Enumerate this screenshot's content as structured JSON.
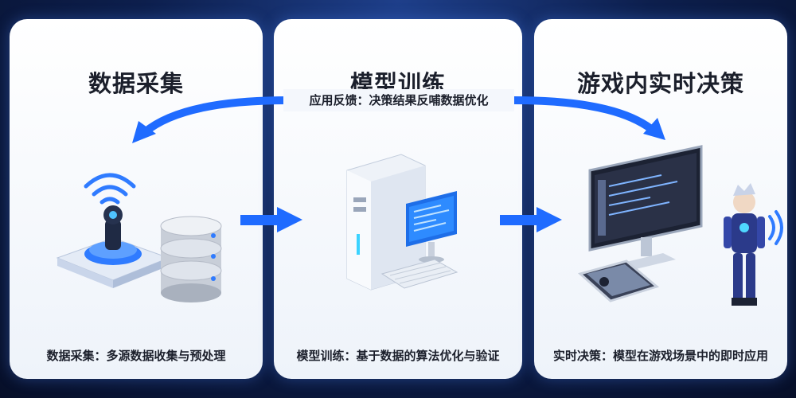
{
  "feedback": "应用反馈：决策结果反哺数据优化",
  "panels": [
    {
      "title": "数据采集",
      "caption": "数据采集：多源数据收集与预处理"
    },
    {
      "title": "模型训练",
      "caption": "模型训练：基于数据的算法优化与验证"
    },
    {
      "title": "游戏内实时决策",
      "caption": "实时决策：模型在游戏场景中的即时应用"
    }
  ],
  "colors": {
    "accent": "#1f6bff",
    "panel": "#f4f7fc",
    "text": "#1b1f2b"
  }
}
